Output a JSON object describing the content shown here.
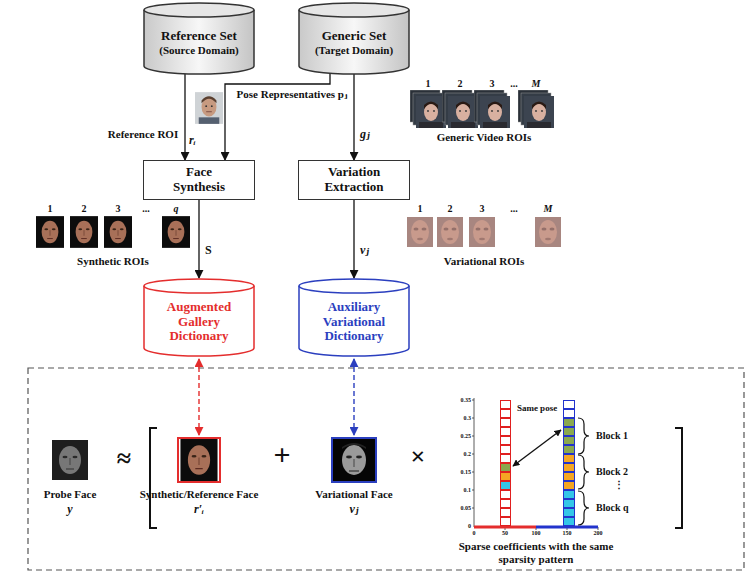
{
  "diagram": {
    "nodes": [
      {
        "text": [
          "Reference Set",
          "(Source Domain)"
        ]
      },
      {
        "text": [
          "Generic Set",
          "(Target Domain)"
        ]
      },
      {
        "text": [
          "Face Synthesis"
        ]
      },
      {
        "text": [
          "Variation Extraction"
        ]
      },
      {
        "text": [
          "Augmented Gallery Dictionary"
        ]
      },
      {
        "text": [
          "Auxiliary Variational Dictionary"
        ]
      }
    ],
    "edges": [
      {
        "from": 0,
        "to": 2,
        "arrow": "to",
        "label": "rᵢ"
      },
      {
        "from": 1,
        "to": 2,
        "arrow": "to",
        "label": "Pose Representatives pⱼ"
      },
      {
        "from": 1,
        "to": 3,
        "arrow": "to",
        "label": "gⱼ"
      },
      {
        "from": 2,
        "to": 4,
        "arrow": "to",
        "label": "S"
      },
      {
        "from": 3,
        "to": 5,
        "arrow": "to",
        "label": "vⱼ"
      }
    ],
    "labels": [
      "Reference ROI",
      "1",
      "2",
      "3",
      "...",
      "M",
      "Generic Video ROIs",
      "1",
      "2",
      "3",
      "...",
      "q",
      "Synthetic ROIs",
      "1",
      "2",
      "3",
      "...",
      "M",
      "Variational ROIs",
      "Probe Face",
      "y",
      "≈",
      "Synthetic/Reference Face",
      "r′ᵢ",
      "+",
      "Variational Face",
      "vⱼ",
      "×",
      "Same pose",
      "Block 1",
      "Block 2",
      "⋮",
      "Block q",
      "Sparse coefficients with the same sparsity pattern",
      "0.35",
      "0.3",
      "0.25",
      "0.2",
      "0.15",
      "0.1",
      "0.05",
      "0",
      "0",
      "50",
      "100",
      "150",
      "200"
    ]
  }
}
